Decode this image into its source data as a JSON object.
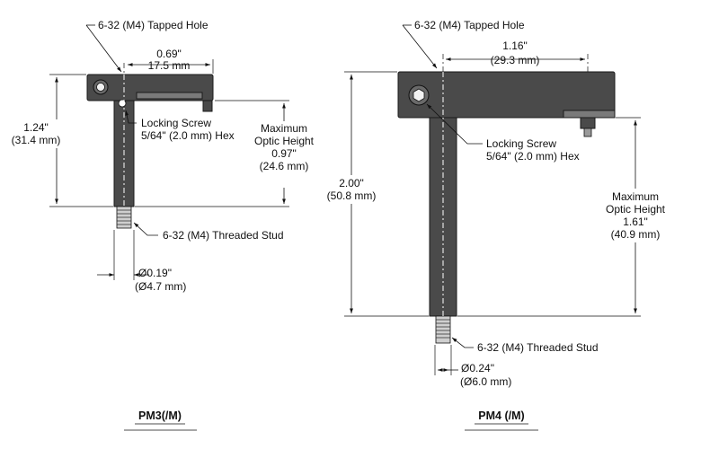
{
  "pm3": {
    "title": "PM3(/M)",
    "tapped_hole": "6-32 (M4) Tapped Hole",
    "width_in": "0.69\"",
    "width_mm": "17.5 mm",
    "height_in": "1.24\"",
    "height_mm": "(31.4 mm)",
    "locking_screw_1": "Locking Screw",
    "locking_screw_2": "5/64\" (2.0 mm) Hex",
    "max_optic_1": "Maximum",
    "max_optic_2": "Optic Height",
    "max_optic_in": "0.97\"",
    "max_optic_mm": "(24.6 mm)",
    "threaded_stud": "6-32 (M4) Threaded Stud",
    "diameter_in": "Ø0.19\"",
    "diameter_mm": "(Ø4.7 mm)"
  },
  "pm4": {
    "title": "PM4 (/M)",
    "tapped_hole": "6-32 (M4) Tapped Hole",
    "width_in": "1.16\"",
    "width_mm": "(29.3 mm)",
    "height_in": "2.00\"",
    "height_mm": "(50.8 mm)",
    "locking_screw_1": "Locking Screw",
    "locking_screw_2": "5/64\" (2.0 mm) Hex",
    "max_optic_1": "Maximum",
    "max_optic_2": "Optic Height",
    "max_optic_in": "1.61\"",
    "max_optic_mm": "(40.9 mm)",
    "threaded_stud": "6-32 (M4) Threaded Stud",
    "diameter_in": "Ø0.24\"",
    "diameter_mm": "(Ø6.0 mm)"
  }
}
